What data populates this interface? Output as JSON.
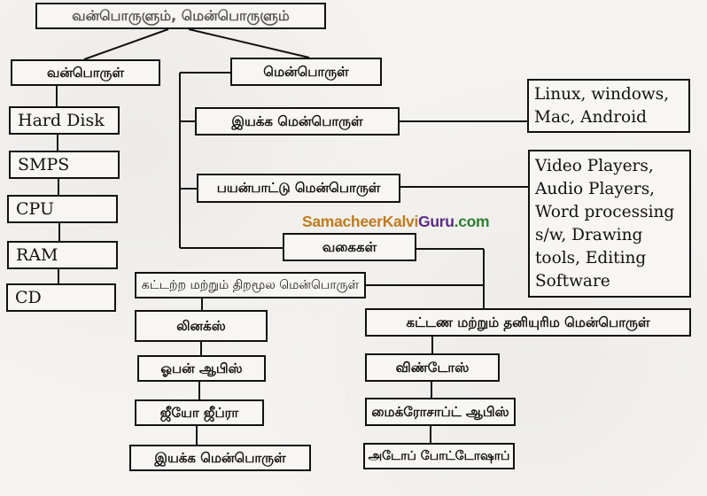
{
  "diagram": {
    "title": "வன்பொருளும், மென்பொருளும்",
    "hardware": {
      "label": "வன்பொருள்",
      "items": [
        "Hard Disk",
        "SMPS",
        "CPU",
        "RAM",
        "CD"
      ]
    },
    "software": {
      "label": "மென்பொருள்",
      "system_software": {
        "label": "இயக்க மென்பொருள்",
        "examples": [
          "Linux, windows,",
          "Mac, Android"
        ]
      },
      "application_software": {
        "label": "பயன்பாட்டு மென்பொருள்",
        "examples": [
          "Video Players,",
          "Audio Players,",
          "Word processing",
          "s/w, Drawing",
          "tools, Editing",
          "Software"
        ]
      },
      "types": {
        "label": "வகைகள்",
        "free_open_source": {
          "label": "கட்டற்ற மற்றும் திறமூல மென்பொருள்",
          "items": [
            "லினக்ஸ்",
            "ஓபன் ஆபிஸ்",
            "ஜீயோ ஜீப்ரா",
            "இயக்க மென்பொருள்"
          ]
        },
        "proprietary": {
          "label": "கட்டண மற்றும் தனியுரிம மென்பொருள்",
          "items": [
            "விண்டோஸ்",
            "மைக்ரோசாப்ட் ஆபிஸ்",
            "அடோப் போட்டோஷாப்"
          ]
        }
      }
    }
  },
  "watermark": {
    "part1": "SamacheerKalvi",
    "part2": "Guru",
    "part3": ".com",
    "colors": {
      "part1": "#c07a1e",
      "part2": "#5b2a86",
      "part3": "#2e7d32"
    }
  }
}
